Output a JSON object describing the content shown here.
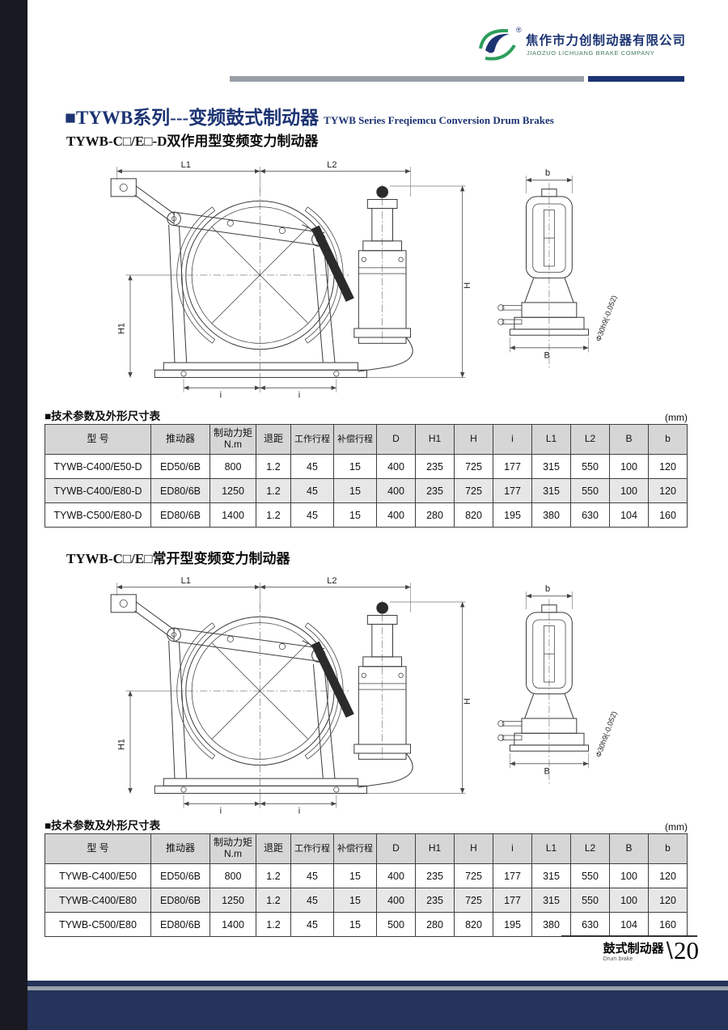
{
  "header": {
    "company_cn": "焦作市力创制动器有限公司",
    "company_en": "JIAOZUO LICHUANG BRAKE COMPANY",
    "registered_mark": "®"
  },
  "title": {
    "cn": "■TYWB系列---变频鼓式制动器",
    "en": "TYWB Series Freqiemcu Conversion Drum Brakes"
  },
  "drawing_labels": {
    "L1": "L1",
    "L2": "L2",
    "H": "H",
    "H1": "H1",
    "i": "i",
    "b": "b",
    "B": "B",
    "shaft": "Φ30h9(-0.052)"
  },
  "sections": [
    {
      "subtitle": "TYWB-C□/E□-D双作用型变频变力制动器",
      "table_title": "■技术参数及外形尺寸表",
      "unit": "(mm)",
      "table": {
        "headers": [
          "型 号",
          "推动器",
          "制动力矩\nN.m",
          "退距",
          "工作行程",
          "补偿行程",
          "D",
          "H1",
          "H",
          "i",
          "L1",
          "L2",
          "B",
          "b"
        ],
        "rows": [
          [
            "TYWB-C400/E50-D",
            "ED50/6B",
            "800",
            "1.2",
            "45",
            "15",
            "400",
            "235",
            "725",
            "177",
            "315",
            "550",
            "100",
            "120"
          ],
          [
            "TYWB-C400/E80-D",
            "ED80/6B",
            "1250",
            "1.2",
            "45",
            "15",
            "400",
            "235",
            "725",
            "177",
            "315",
            "550",
            "100",
            "120"
          ],
          [
            "TYWB-C500/E80-D",
            "ED80/6B",
            "1400",
            "1.2",
            "45",
            "15",
            "400",
            "280",
            "820",
            "195",
            "380",
            "630",
            "104",
            "160"
          ]
        ]
      }
    },
    {
      "subtitle": "TYWB-C□/E□常开型变频变力制动器",
      "table_title": "■技术参数及外形尺寸表",
      "unit": "(mm)",
      "table": {
        "headers": [
          "型 号",
          "推动器",
          "制动力矩\nN.m",
          "退距",
          "工作行程",
          "补偿行程",
          "D",
          "H1",
          "H",
          "i",
          "L1",
          "L2",
          "B",
          "b"
        ],
        "rows": [
          [
            "TYWB-C400/E50",
            "ED50/6B",
            "800",
            "1.2",
            "45",
            "15",
            "400",
            "235",
            "725",
            "177",
            "315",
            "550",
            "100",
            "120"
          ],
          [
            "TYWB-C400/E80",
            "ED80/6B",
            "1250",
            "1.2",
            "45",
            "15",
            "400",
            "235",
            "725",
            "177",
            "315",
            "550",
            "100",
            "120"
          ],
          [
            "TYWB-C500/E80",
            "ED80/6B",
            "1400",
            "1.2",
            "45",
            "15",
            "500",
            "280",
            "820",
            "195",
            "380",
            "630",
            "104",
            "160"
          ]
        ]
      }
    }
  ],
  "footer": {
    "label_cn": "鼓式制动器",
    "label_en": "Drum brake",
    "separator": "\\",
    "page_number": "20"
  }
}
